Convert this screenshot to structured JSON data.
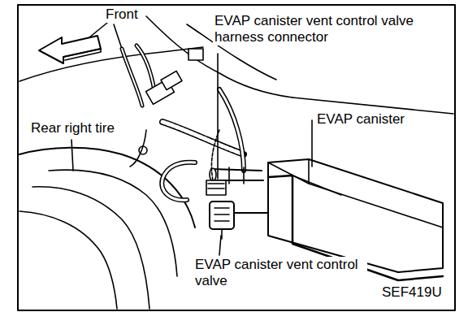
{
  "diagram": {
    "labels": [
      "Front",
      "EVAP canister vent control valve harness connector",
      "Rear right tire",
      "EVAP canister",
      "EVAP canister vent control valve",
      "SEF419U"
    ]
  }
}
